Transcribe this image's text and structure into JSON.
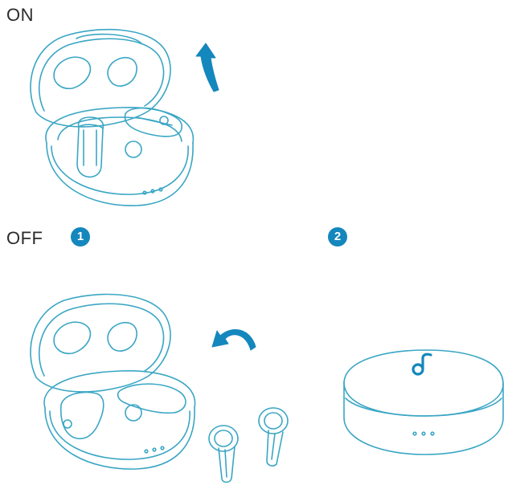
{
  "labels": {
    "on": "ON",
    "off": "OFF"
  },
  "steps": [
    {
      "number": "1"
    },
    {
      "number": "2"
    }
  ],
  "colors": {
    "line": "#3aa6c4",
    "accent": "#1487bd",
    "text": "#2b2b2b"
  },
  "icons": {
    "open_arrow": "arrow-up-icon",
    "return_arrow": "curved-arrow-left-icon",
    "brand": "soundcore-logo-icon"
  }
}
